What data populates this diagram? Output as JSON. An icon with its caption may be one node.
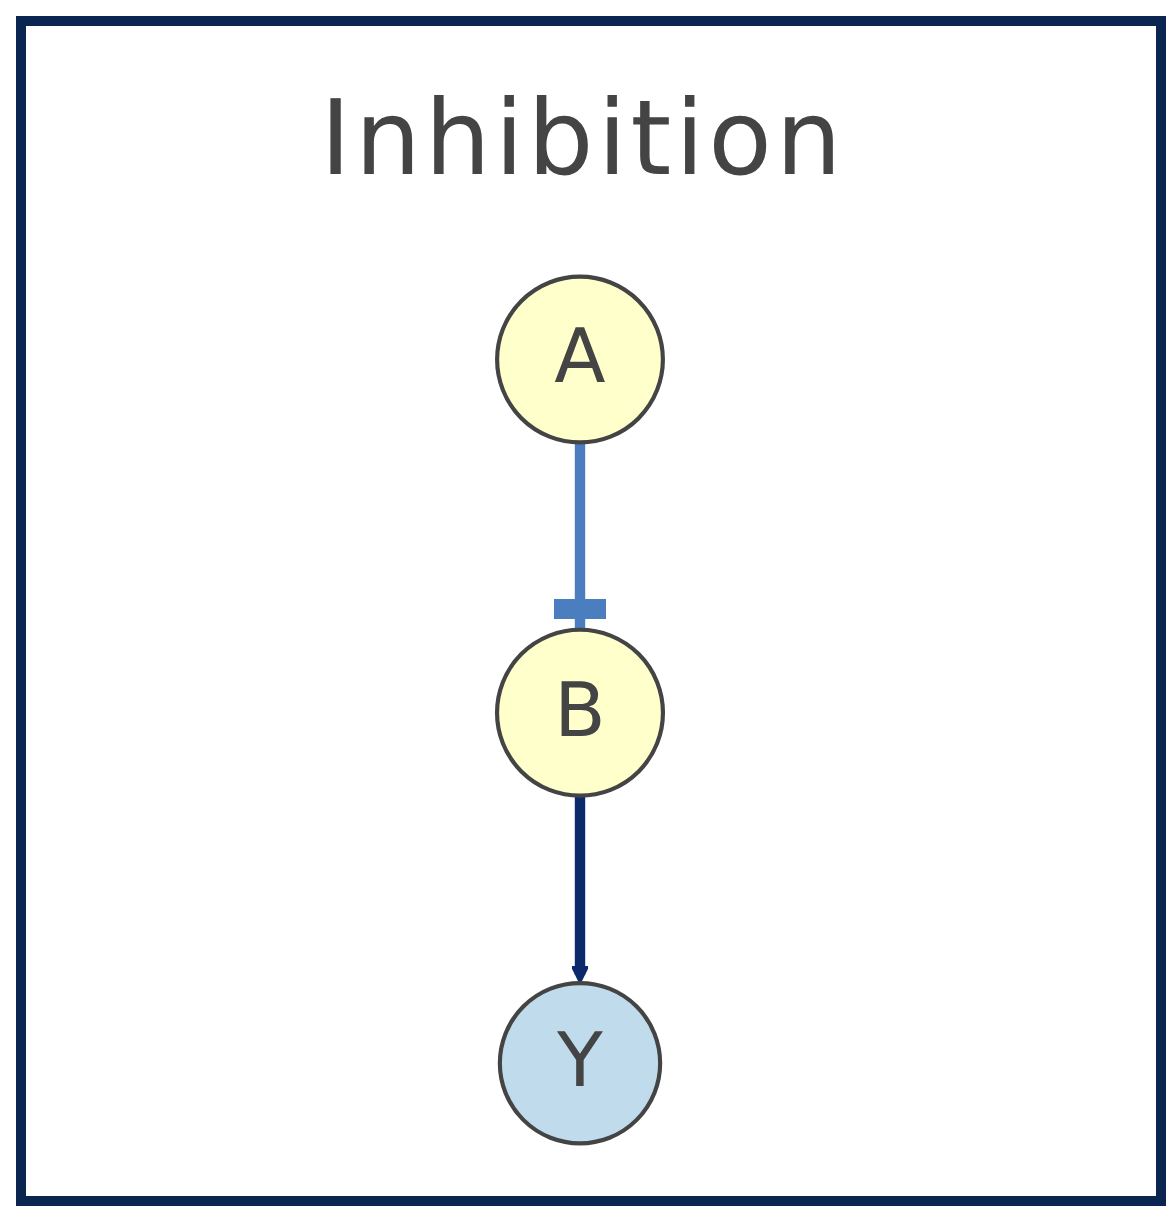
{
  "diagram": {
    "title": "Inhibition",
    "nodes": [
      {
        "text": [
          "A"
        ]
      },
      {
        "text": [
          "B"
        ]
      },
      {
        "text": [
          "Y"
        ]
      }
    ],
    "edges": [
      {
        "from": 0,
        "to": 1,
        "arrow": "other",
        "color": "#4a7ebf"
      },
      {
        "from": 1,
        "to": 2,
        "arrow": "to",
        "color": "#0a2a6b"
      }
    ]
  }
}
